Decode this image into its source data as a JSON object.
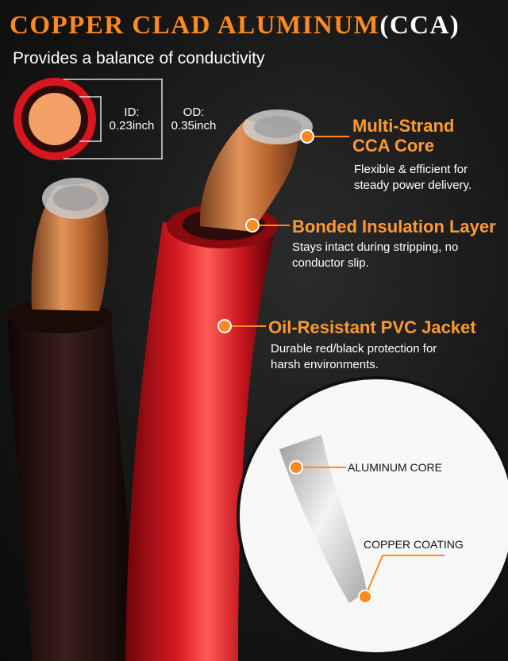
{
  "header": {
    "title_main": "COPPER CLAD ALUMINUM",
    "title_suffix": "(CCA)",
    "subtitle": "Provides a balance of conductivity"
  },
  "dimensions": {
    "id_label": "ID:",
    "id_value": "0.23inch",
    "od_label": "OD:",
    "od_value": "0.35inch"
  },
  "callouts": [
    {
      "title_line1": "Multi-Strand",
      "title_line2": "CCA Core",
      "desc_line1": "Flexible & efficient for",
      "desc_line2": "steady power delivery."
    },
    {
      "title": "Bonded Insulation Layer",
      "desc_line1": "Stays intact during stripping, no",
      "desc_line2": "conductor slip."
    },
    {
      "title": "Oil-Resistant PVC Jacket",
      "desc_line1": "Durable red/black protection for",
      "desc_line2": "harsh environments."
    }
  ],
  "inset": {
    "label_core": "ALUMINUM CORE",
    "label_coating": "COPPER COATING"
  },
  "colors": {
    "accent_orange": "#ff8a1e",
    "jacket_red": "#c8141c",
    "jacket_black": "#1e0f0c",
    "copper": "#c8743e"
  }
}
